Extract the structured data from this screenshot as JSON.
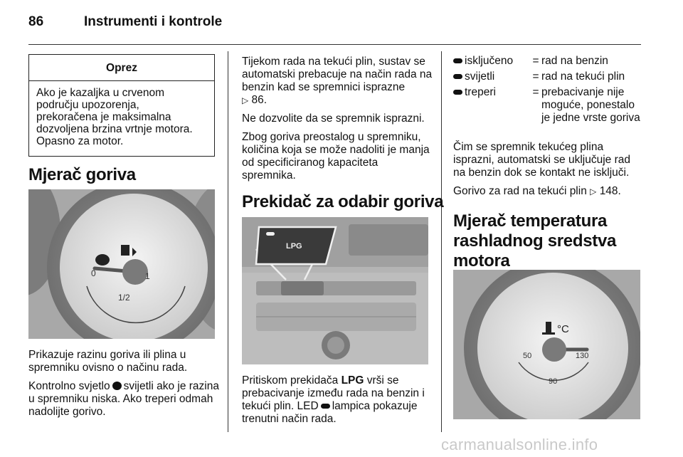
{
  "header": {
    "page_number": "86",
    "title": "Instrumenti i kontrole"
  },
  "caution": {
    "title": "Oprez",
    "lines": [
      "Ako je kazaljka u crvenom",
      "području upozorenja,",
      "prekoračena je maksimalna",
      "dozvoljena brzina vrtnje motora.",
      "Opasno za motor."
    ]
  },
  "fuel_gauge": {
    "heading": "Mjerač goriva",
    "gauge_labels": {
      "zero": "0",
      "half": "1/2",
      "one": "1"
    },
    "p1": "Prikazuje razinu goriva ili plina u spremniku ovisno o načinu rada.",
    "p2_before": "Kontrolno svjetlo",
    "p2_after": "svijetli ako je razina u spremniku niska. Ako treperi odmah nadolijte gorivo."
  },
  "middle": {
    "p1_text": "Tijekom rada na tekući plin, sustav se automatski prebacuje na način rada na benzin kad se spremnici isprazne",
    "p1_ref": "86.",
    "p2": "Ne dozvolite da se spremnik isprazni.",
    "p3": "Zbog goriva preostalog u spremniku, količina koja se može nadoliti je manja od specificiranog kapaciteta spremnika.",
    "heading": "Prekidač za odabir goriva",
    "button_label": "LPG",
    "p4_a": "Pritiskom prekidača",
    "p4_bold": "LPG",
    "p4_b": "vrši se prebacivanje između rada na benzin i tekući plin. LED",
    "p4_c": "lampica pokazuje trenutni način rada."
  },
  "right": {
    "table": [
      {
        "state": "isključeno",
        "eq": "=",
        "meaning": "rad na benzin"
      },
      {
        "state": "svijetli",
        "eq": "=",
        "meaning": "rad na tekući plin"
      },
      {
        "state": "treperi",
        "eq": "=",
        "meaning": "prebacivanje nije moguće, ponestalo je jedne vrste goriva"
      }
    ],
    "p1": "Čim se spremnik tekućeg plina isprazni, automatski se uključuje rad na benzin dok se kontakt ne isključi.",
    "p2_text": "Gorivo za rad na tekući plin",
    "p2_ref": "148.",
    "heading_lines": [
      "Mjerač temperatura",
      "rashladnog sredstva",
      "motora"
    ],
    "temp_labels": {
      "unit": "°C",
      "low": "50",
      "mid": "90",
      "high": "130"
    }
  },
  "watermark": "carmanualsonline.info"
}
